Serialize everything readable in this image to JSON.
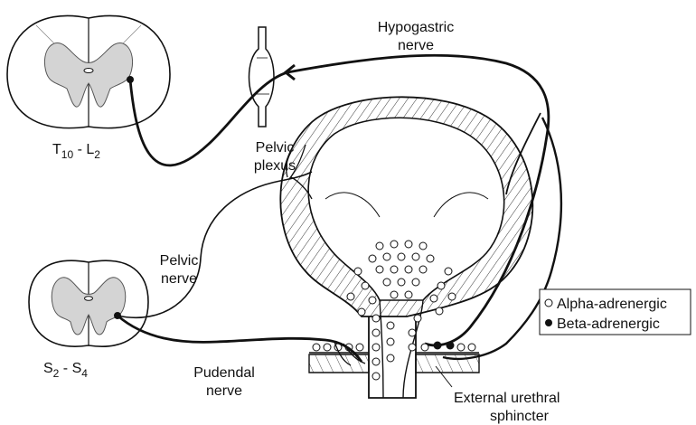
{
  "labels": {
    "hypogastric_line1": "Hypogastric",
    "hypogastric_line2": "nerve",
    "pelvic_plexus_line1": "Pelvic",
    "pelvic_plexus_line2": "plexus",
    "pelvic_nerve_line1": "Pelvic",
    "pelvic_nerve_line2": "nerve",
    "pudendal_line1": "Pudendal",
    "pudendal_line2": "nerve",
    "sphincter_line1": "External urethral",
    "sphincter_line2": "sphincter"
  },
  "spinal_levels": {
    "upper": {
      "left": "T",
      "left_sub": "10",
      "sep": " - ",
      "right": "L",
      "right_sub": "2"
    },
    "lower": {
      "left": "S",
      "left_sub": "2",
      "sep": " - ",
      "right": "S",
      "right_sub": "4"
    }
  },
  "legend": {
    "alpha": "Alpha-adrenergic",
    "beta": "Beta-adrenergic"
  },
  "colors": {
    "ink": "#111111",
    "gray_matter": "#d4d4d4",
    "background": "#ffffff"
  }
}
